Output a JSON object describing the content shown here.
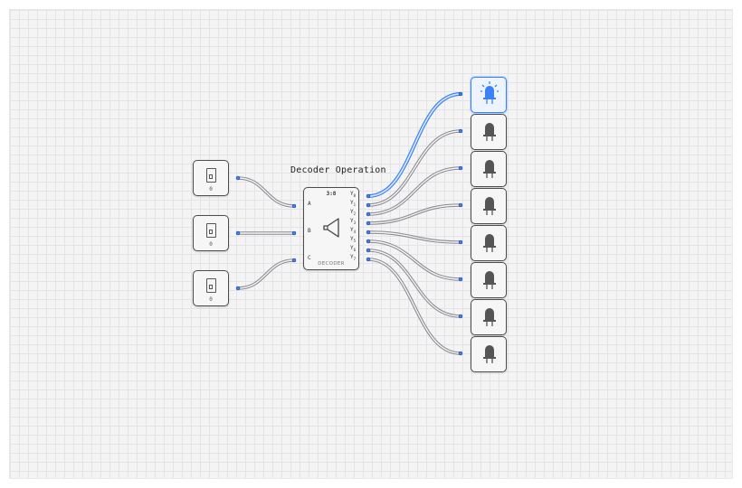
{
  "title": "Decoder Operation",
  "switches": [
    {
      "name": "switch-a",
      "state": "0"
    },
    {
      "name": "switch-b",
      "state": "0"
    },
    {
      "name": "switch-c",
      "state": "0"
    }
  ],
  "decoder": {
    "title": "3:8",
    "footer": "DECODER",
    "inputs": [
      "A",
      "B",
      "C"
    ],
    "outputs": [
      "Y",
      "Y",
      "Y",
      "Y",
      "Y",
      "Y",
      "Y",
      "Y"
    ],
    "output_subscripts": [
      "0",
      "1",
      "2",
      "3",
      "4",
      "5",
      "6",
      "7"
    ]
  },
  "leds": [
    {
      "state": "on"
    },
    {
      "state": "off"
    },
    {
      "state": "off"
    },
    {
      "state": "off"
    },
    {
      "state": "off"
    },
    {
      "state": "off"
    },
    {
      "state": "off"
    },
    {
      "state": "off"
    }
  ],
  "colors": {
    "active_wire": "#3b82f6",
    "wire": "#8a8a90",
    "pin": "#3b82f6"
  }
}
